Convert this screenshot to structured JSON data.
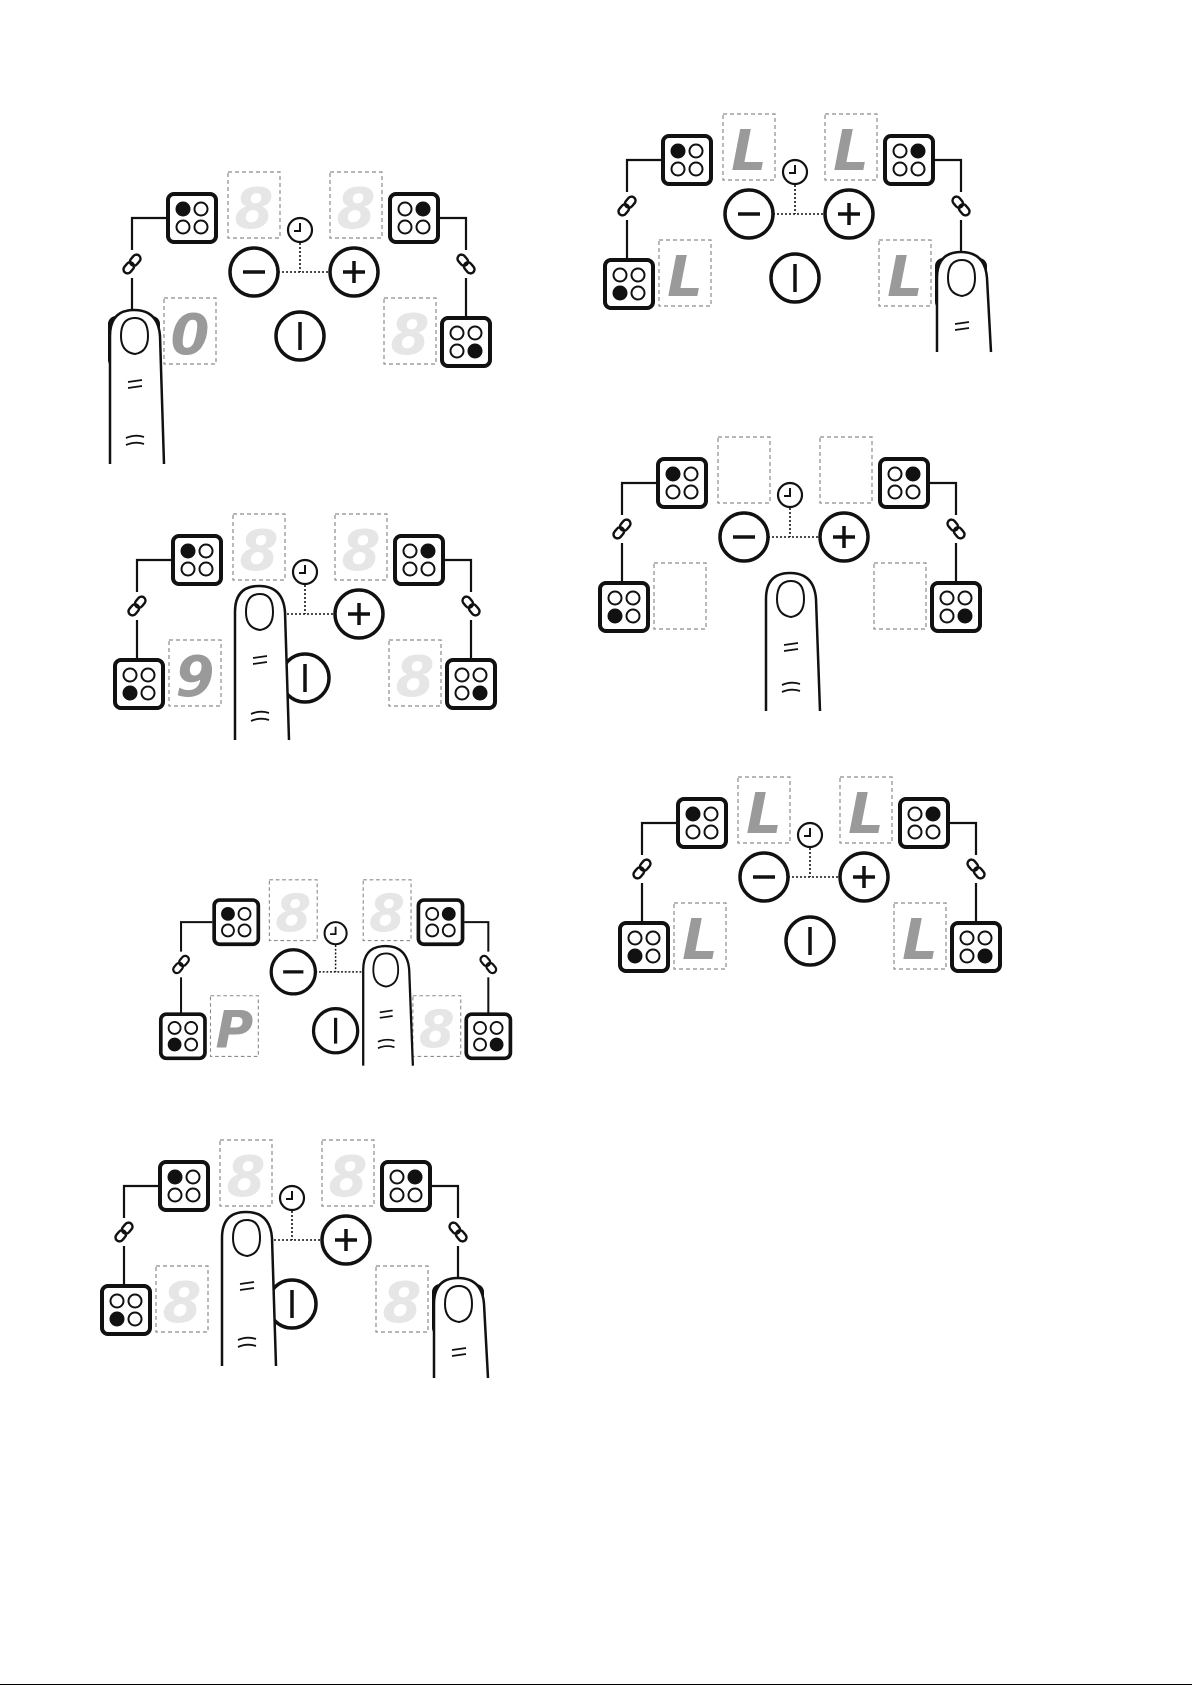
{
  "panels": [
    {
      "id": "p1",
      "digits": [
        "8",
        "8",
        "0",
        "8"
      ],
      "active": [
        false,
        false,
        true,
        false
      ],
      "buttons": [
        "minus",
        "plus",
        "power"
      ],
      "fingers": [
        "zone-bl"
      ]
    },
    {
      "id": "p2",
      "digits": [
        "8",
        "8",
        "9",
        "8"
      ],
      "active": [
        false,
        false,
        true,
        false
      ],
      "buttons": [
        "plus",
        "power"
      ],
      "fingers": [
        "minus"
      ]
    },
    {
      "id": "p3",
      "digits": [
        "8",
        "8",
        "P",
        "8"
      ],
      "active": [
        false,
        false,
        true,
        false
      ],
      "buttons": [
        "minus",
        "power"
      ],
      "fingers": [
        "plus"
      ]
    },
    {
      "id": "p4",
      "digits": [
        "8",
        "8",
        "8",
        "8"
      ],
      "active": [
        false,
        false,
        false,
        false
      ],
      "buttons": [
        "plus",
        "power"
      ],
      "fingers": [
        "minus",
        "zone-br"
      ]
    },
    {
      "id": "p5",
      "digits": [
        "L",
        "L",
        "L",
        "L"
      ],
      "active": [
        true,
        true,
        true,
        true
      ],
      "buttons": [
        "minus",
        "plus",
        "power"
      ],
      "fingers": [
        "zone-br"
      ]
    },
    {
      "id": "p6",
      "digits": [
        "",
        "",
        "",
        ""
      ],
      "active": [
        false,
        false,
        false,
        false
      ],
      "buttons": [
        "minus",
        "plus"
      ],
      "fingers": [
        "power"
      ]
    },
    {
      "id": "p7",
      "digits": [
        "L",
        "L",
        "L",
        "L"
      ],
      "active": [
        true,
        true,
        true,
        true
      ],
      "buttons": [
        "minus",
        "plus",
        "power"
      ],
      "fingers": []
    }
  ],
  "zones": {
    "tl": "zone-front-left-icon",
    "tr": "zone-rear-right-icon",
    "bl": "zone-rear-left-icon",
    "br": "zone-front-right-icon"
  },
  "colors": {
    "stroke": "#111111",
    "digit_active": "#9a9a9a",
    "digit_inactive": "#e6e6e6",
    "digit_box": "#8c8c8c",
    "background": "#ffffff"
  }
}
